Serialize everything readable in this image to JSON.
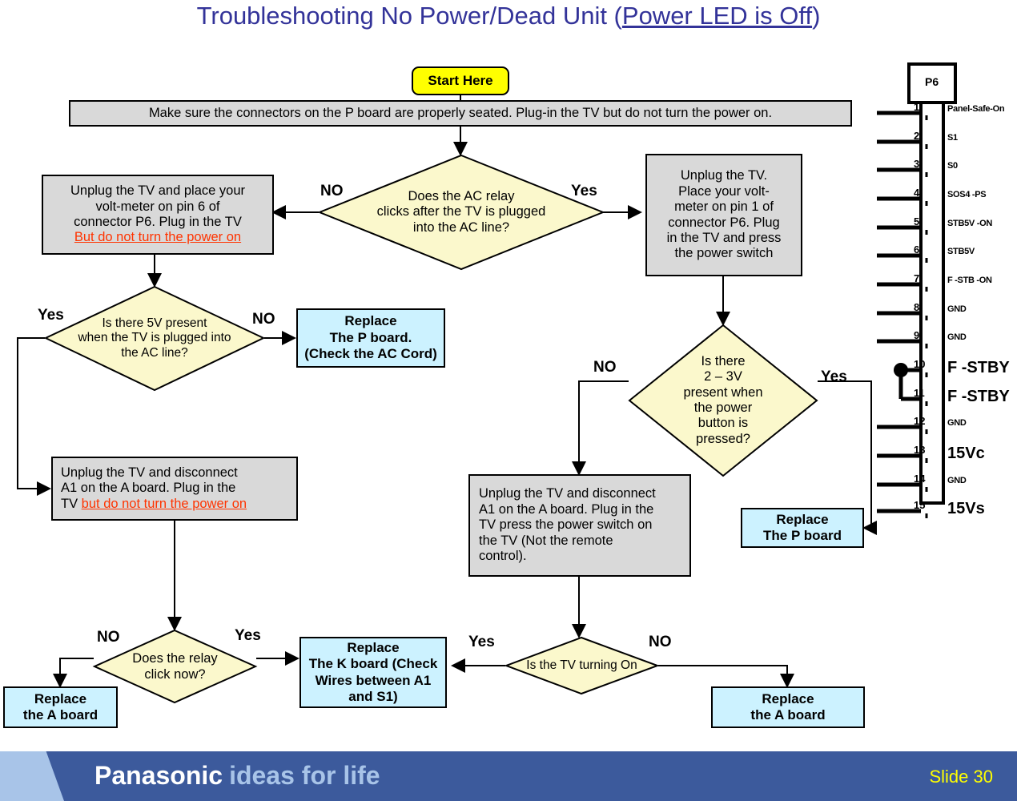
{
  "title": {
    "prefix": "Troubleshooting No Power/Dead Unit (",
    "underlined": "Power LED is Off",
    "suffix": ")"
  },
  "nodes": {
    "start": "Start Here",
    "banner": "Make sure the connectors on the P board are properly seated. Plug-in the TV but do not turn the power on.",
    "left_proc_p6": {
      "line1": "Unplug the TV and place your",
      "line2": "volt-meter on pin 6 of",
      "line3": "connector P6. Plug in the TV",
      "line4": "But do not turn the power on"
    },
    "d_ac_relay": {
      "line1": "Does the AC relay",
      "line2": "clicks after the TV  is plugged",
      "line3": "into the AC line?"
    },
    "right_proc_p6": {
      "line1": "Unplug the TV.",
      "line2": "Place your volt-",
      "line3": "meter on pin 1 of",
      "line4": "connector P6. Plug",
      "line5": "in the TV and press",
      "line6": "the power switch"
    },
    "d_5v": {
      "line1": "Is there 5V present",
      "line2": "when the TV is  plugged into",
      "line3": "the AC line?"
    },
    "repl_p_board_cord": {
      "line1": "Replace",
      "line2": "The P board.",
      "line3": "(Check the AC Cord)"
    },
    "left_proc_a1": {
      "line1": "Unplug the TV and disconnect",
      "line2": "A1 on the A board. Plug in the",
      "line3_plain": "TV ",
      "line3_red": "but do not turn the power on"
    },
    "d_2_3v": {
      "line1": "Is there",
      "line2": "2 – 3V",
      "line3": "present when",
      "line4": "the power",
      "line5": "button is",
      "line6": "pressed?"
    },
    "repl_p_board": {
      "line1": "Replace",
      "line2": "The P board"
    },
    "right_proc_a1": {
      "line1": "Unplug the TV and disconnect",
      "line2": "A1 on the A board. Plug in the",
      "line3": "TV press the power switch on",
      "line4": "the TV (Not the remote",
      "line5": "control)."
    },
    "d_relay_click": {
      "line1": "Does the relay",
      "line2": "click now?"
    },
    "repl_k_board": {
      "line1": "Replace",
      "line2": "The K board (Check",
      "line3": "Wires between A1",
      "line4": "and S1)"
    },
    "d_tv_on": {
      "line1": "Is the TV turning On"
    },
    "repl_a_board_left": {
      "line1": "Replace",
      "line2": "the A board"
    },
    "repl_a_board_right": {
      "line1": "Replace",
      "line2": "the A board"
    }
  },
  "branch_labels": {
    "ac_relay_no": "NO",
    "ac_relay_yes": "Yes",
    "v5_yes": "Yes",
    "v5_no": "NO",
    "v23_no": "NO",
    "v23_yes": "Yes",
    "relay_click_no": "NO",
    "relay_click_yes": "Yes",
    "tv_on_yes": "Yes",
    "tv_on_no": "NO"
  },
  "connector": {
    "name": "P6",
    "pins": [
      {
        "num": "1",
        "label": "Panel-Safe-On",
        "size": "small"
      },
      {
        "num": "2",
        "label": "S1",
        "size": "small"
      },
      {
        "num": "3",
        "label": "S0",
        "size": "small"
      },
      {
        "num": "4",
        "label": "SOS4 -PS",
        "size": "small"
      },
      {
        "num": "5",
        "label": "STB5V -ON",
        "size": "small"
      },
      {
        "num": "6",
        "label": "STB5V",
        "size": "small"
      },
      {
        "num": "7",
        "label": "F -STB -ON",
        "size": "small"
      },
      {
        "num": "8",
        "label": "GND",
        "size": "small"
      },
      {
        "num": "9",
        "label": "GND",
        "size": "small"
      },
      {
        "num": "10",
        "label": "F -STBY",
        "size": "big"
      },
      {
        "num": "11",
        "label": "F -STBY",
        "size": "big"
      },
      {
        "num": "12",
        "label": "GND",
        "size": "small"
      },
      {
        "num": "13",
        "label": "15Vc",
        "size": "big"
      },
      {
        "num": "14",
        "label": "GND",
        "size": "small"
      },
      {
        "num": "15",
        "label": "15Vs",
        "size": "big"
      }
    ]
  },
  "footer": {
    "brand": "Panasonic",
    "tagline": "ideas for life",
    "slide": "Slide 30"
  },
  "colors": {
    "title": "#333399",
    "process_fill": "#d9d9d9",
    "decision_fill": "#fbf8cc",
    "terminator_fill": "#ffff00",
    "replace_fill": "#ccf2ff",
    "warning_text": "#ff3300",
    "footer_bar": "#3c5a9c",
    "footer_accent": "#a8c4e8",
    "slide_number": "#ffff00"
  }
}
